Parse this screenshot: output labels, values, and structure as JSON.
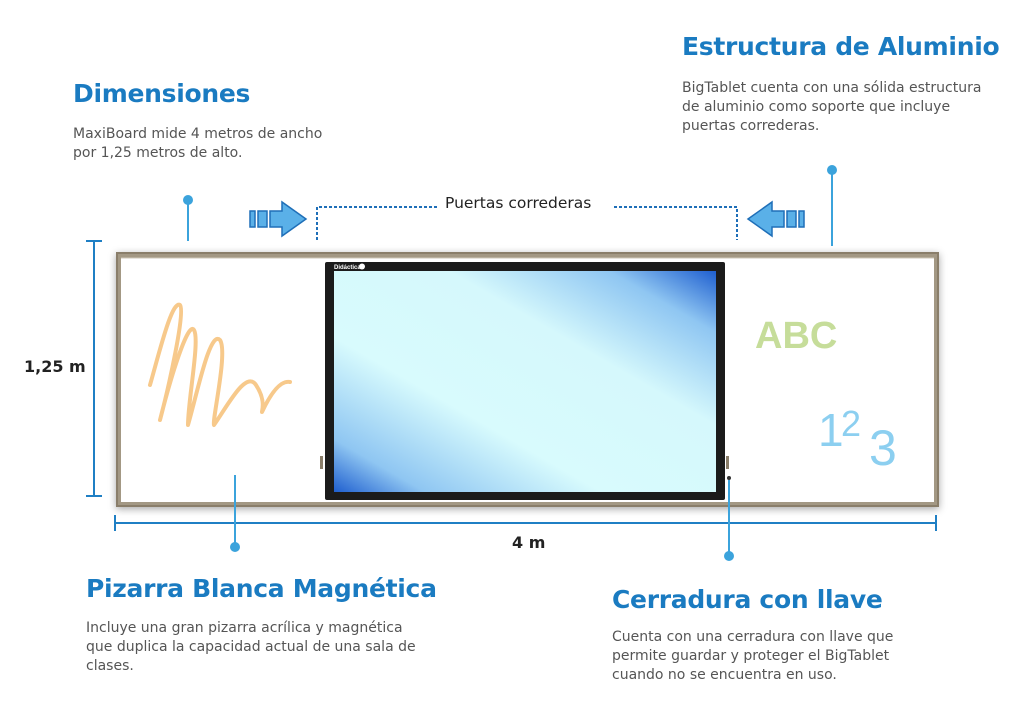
{
  "dimensions": {
    "title": "Dimensiones",
    "text_line1": "MaxiBoard mide 4 metros de ancho",
    "text_line2": "por 1,25 metros de alto."
  },
  "structure": {
    "title": "Estructura de Aluminio",
    "text_line1": "BigTablet cuenta con una sólida estructura",
    "text_line2": "de aluminio como soporte que incluye",
    "text_line3": "puertas correderas."
  },
  "whiteboard": {
    "title": "Pizarra Blanca Magnética",
    "text_line1": "Incluye una gran pizarra acrílica y magnética",
    "text_line2": "que duplica la capacidad actual de una sala de",
    "text_line3": "clases."
  },
  "lock": {
    "title": "Cerradura con llave",
    "text_line1": "Cuenta con una cerradura con llave que",
    "text_line2": "permite guardar y proteger el BigTablet",
    "text_line3": "cuando no se encuentra en uso."
  },
  "sliding_doors_label": "Puertas correderas",
  "height_label": "1,25 m",
  "width_label": "4 m",
  "board_text": {
    "letters": "ABC",
    "digit_1": "1",
    "digit_2": "2",
    "digit_3": "3",
    "brand": "Didáctica"
  },
  "colors": {
    "accent_blue": "#1a7bc1",
    "callout_blue": "#3ba3dc",
    "frame": "#8a7e6a",
    "abc_green": "#c6dd9a",
    "numbers_blue": "#8ccff0",
    "scribble_orange": "#f7c98b"
  }
}
